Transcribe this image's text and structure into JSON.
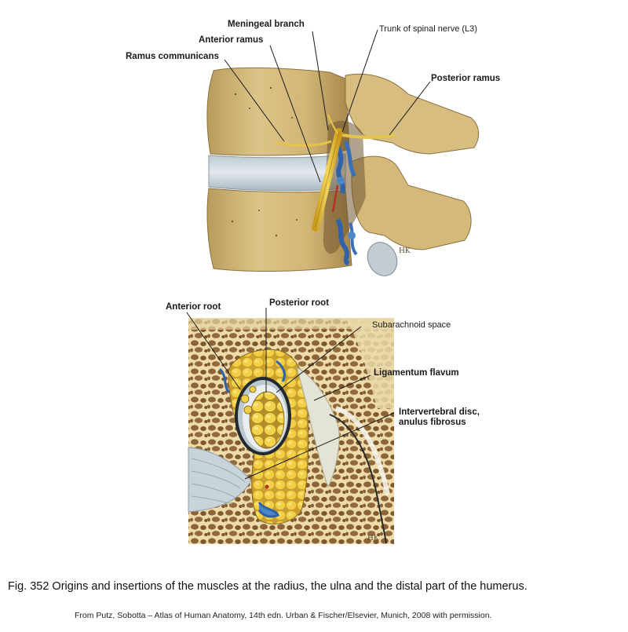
{
  "top_figure": {
    "labels": {
      "meningeal_branch": "Meningeal branch",
      "trunk_of_spinal_nerve": "Trunk of spinal nerve (L3)",
      "anterior_ramus": "Anterior ramus",
      "ramus_communicans": "Ramus communicans",
      "posterior_ramus": "Posterior ramus"
    }
  },
  "bottom_figure": {
    "labels": {
      "anterior_root": "Anterior root",
      "posterior_root": "Posterior root",
      "subarachnoid_space": "Subarachnoid space",
      "ligamentum_flavum": "Ligamentum flavum",
      "intervertebral_disc_line1": "Intervertebral disc,",
      "intervertebral_disc_line2": "anulus fibrosus"
    }
  },
  "caption": "Fig. 352 Origins and insertions of the muscles at the radius, the ulna and the distal part of the humerus.",
  "source": "From Putz, Sobotta – Atlas of Human Anatomy, 14th edn. Urban & Fischer/Elsevier, Munich, 2008 with permission.",
  "colors": {
    "bone": "#d6bd7e",
    "bone_dark": "#a88a4a",
    "disc": "#cfd8de",
    "nerve": "#e8c53a",
    "vessel_blue": "#2f62a8",
    "vessel_red": "#b8322c",
    "cancellous_bg": "#f0e3b8",
    "cancellous_pore": "#8a6236",
    "fat_yellow": "#f0c838"
  },
  "signature_mark": "HK"
}
